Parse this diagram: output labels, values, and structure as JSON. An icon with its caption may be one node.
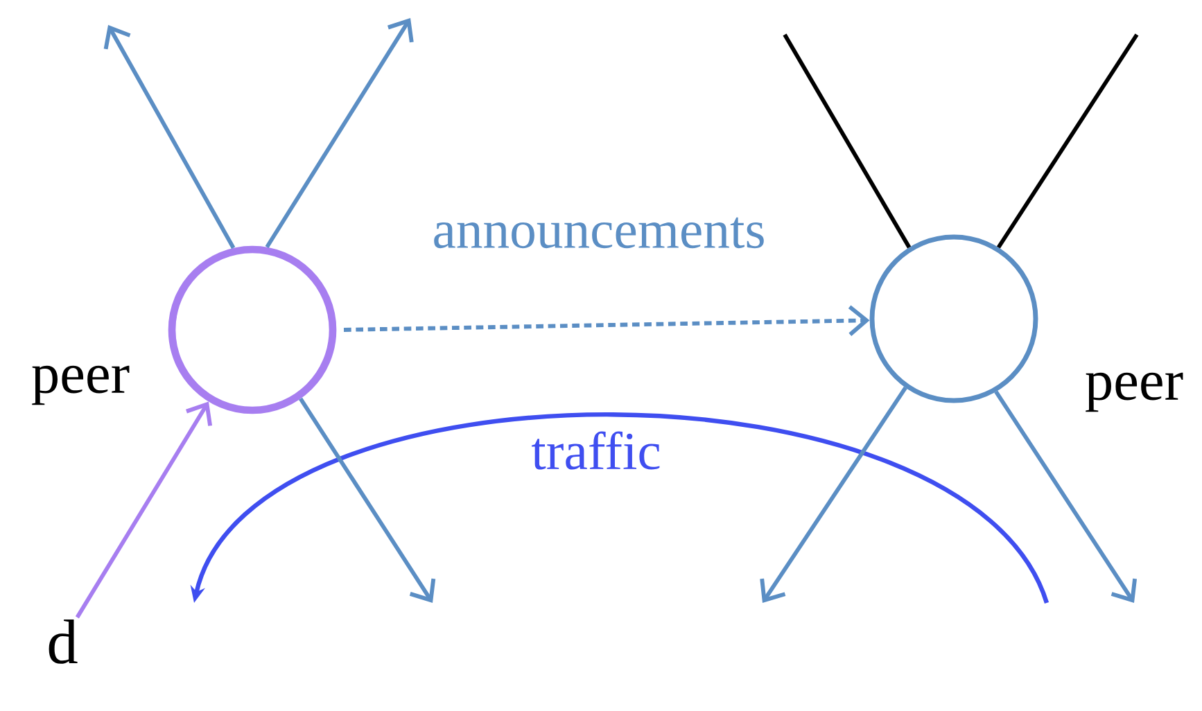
{
  "diagram": {
    "nodes": [
      {
        "text": [],
        "shape": "circle",
        "beside": [
          "peer"
        ]
      },
      {
        "text": [],
        "shape": "circle",
        "beside": [
          "peer"
        ]
      },
      {
        "text": [
          "d"
        ]
      }
    ],
    "edges": [
      {
        "from": 0,
        "to": 1,
        "arrow": "to",
        "style": "dashed",
        "label": "announcements"
      },
      {
        "from": 0,
        "to": null,
        "arrow": "to"
      },
      {
        "from": 0,
        "to": null,
        "arrow": "to"
      },
      {
        "from": 0,
        "to": null,
        "arrow": "to"
      },
      {
        "from": 1,
        "to": null,
        "arrow": "none",
        "color": "#000000"
      },
      {
        "from": 1,
        "to": null,
        "arrow": "none",
        "color": "#000000"
      },
      {
        "from": 1,
        "to": null,
        "arrow": "to"
      },
      {
        "from": 1,
        "to": null,
        "arrow": "to"
      },
      {
        "from": 2,
        "to": 0,
        "arrow": "to",
        "color": "#a77ef0"
      }
    ],
    "labels": [
      "traffic"
    ]
  }
}
